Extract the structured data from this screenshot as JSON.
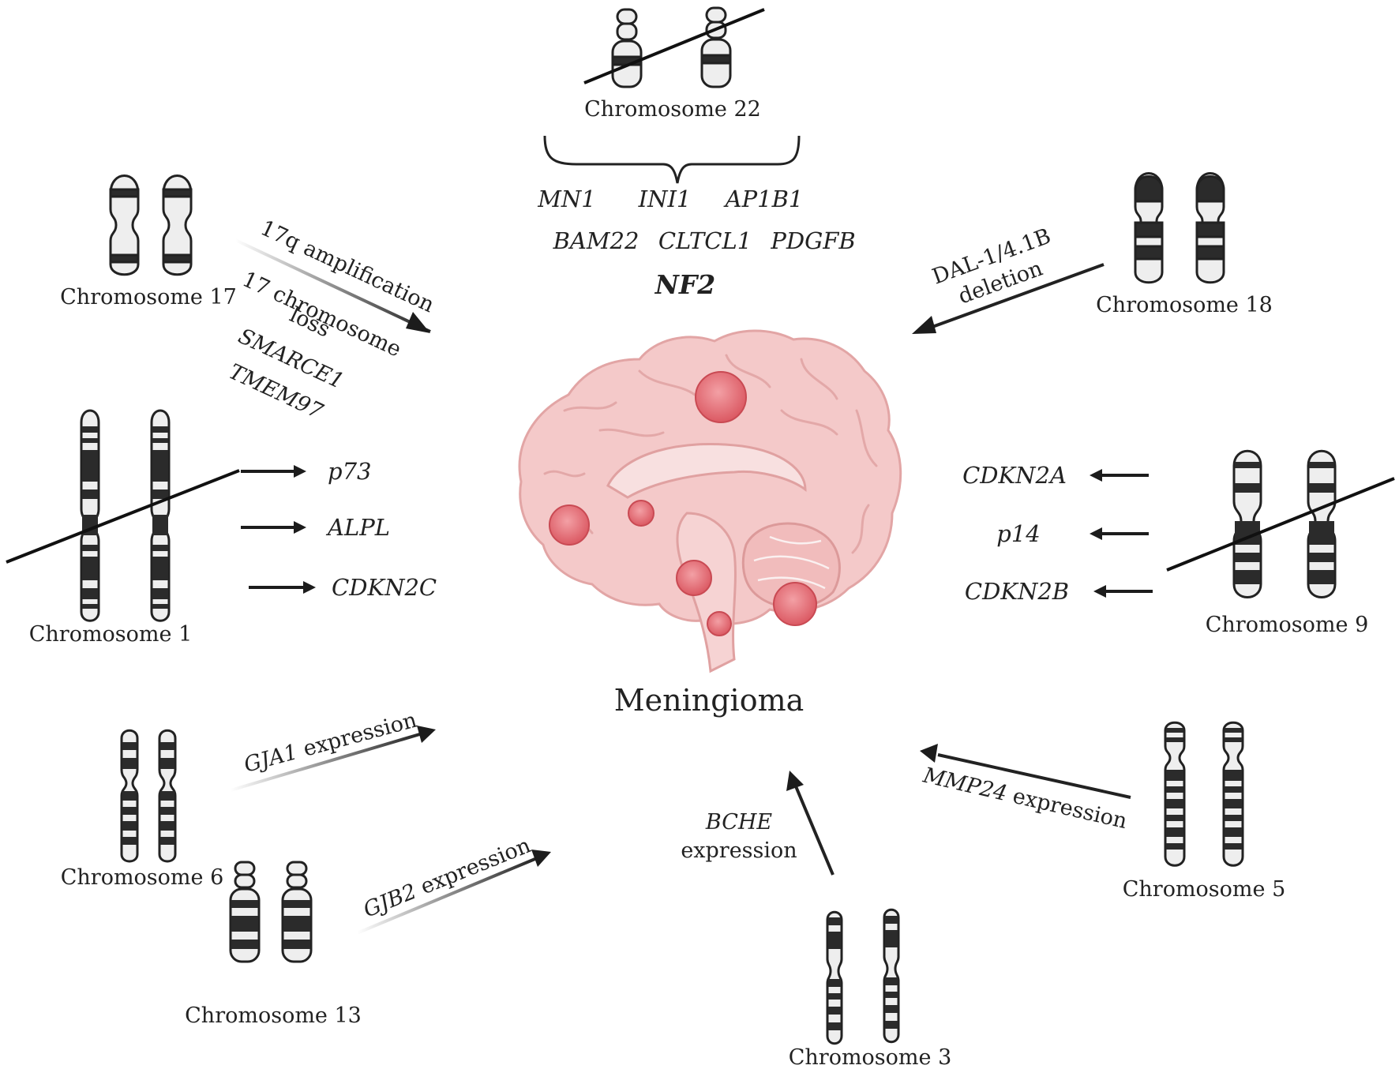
{
  "center": {
    "title": "Meningioma"
  },
  "chromosomes": {
    "c22": "Chromosome 22",
    "c17": "Chromosome 17",
    "c18": "Chromosome 18",
    "c1": "Chromosome 1",
    "c9": "Chromosome 9",
    "c6": "Chromosome 6",
    "c13": "Chromosome 13",
    "c3": "Chromosome 3",
    "c5": "Chromosome 5"
  },
  "chr22_genes": {
    "row1": [
      "MN1",
      "INI1",
      "AP1B1"
    ],
    "row2": [
      "BAM22",
      "CLTCL1",
      "PDGFB"
    ],
    "main": "NF2"
  },
  "chr17_annotations": {
    "amplification": "17q amplification",
    "loss_line1": "17 chromosome",
    "loss_line2": "loss",
    "gene1": "SMARCE1",
    "gene2": "TMEM97"
  },
  "chr18_annotations": {
    "line1": "DAL-1/4.1B",
    "line2": "deletion"
  },
  "chr1_genes": [
    "p73",
    "ALPL",
    "CDKN2C"
  ],
  "chr9_genes": [
    "CDKN2A",
    "p14",
    "CDKN2B"
  ],
  "chr6_annotation": {
    "gene": "GJA1",
    "text": " expression"
  },
  "chr13_annotation": {
    "gene": "GJB2",
    "text": " expression"
  },
  "chr3_annotation": {
    "gene": "BCHE",
    "text": "expression"
  },
  "chr5_annotation": {
    "gene": "MMP24",
    "text": " expression"
  },
  "colors": {
    "brain": "#f4c9c9",
    "brain_dark": "#e9aaaa",
    "tumor": "#e86a72",
    "chromosome_dark": "#2b2b2b",
    "chromosome_light": "#eeeeee"
  }
}
